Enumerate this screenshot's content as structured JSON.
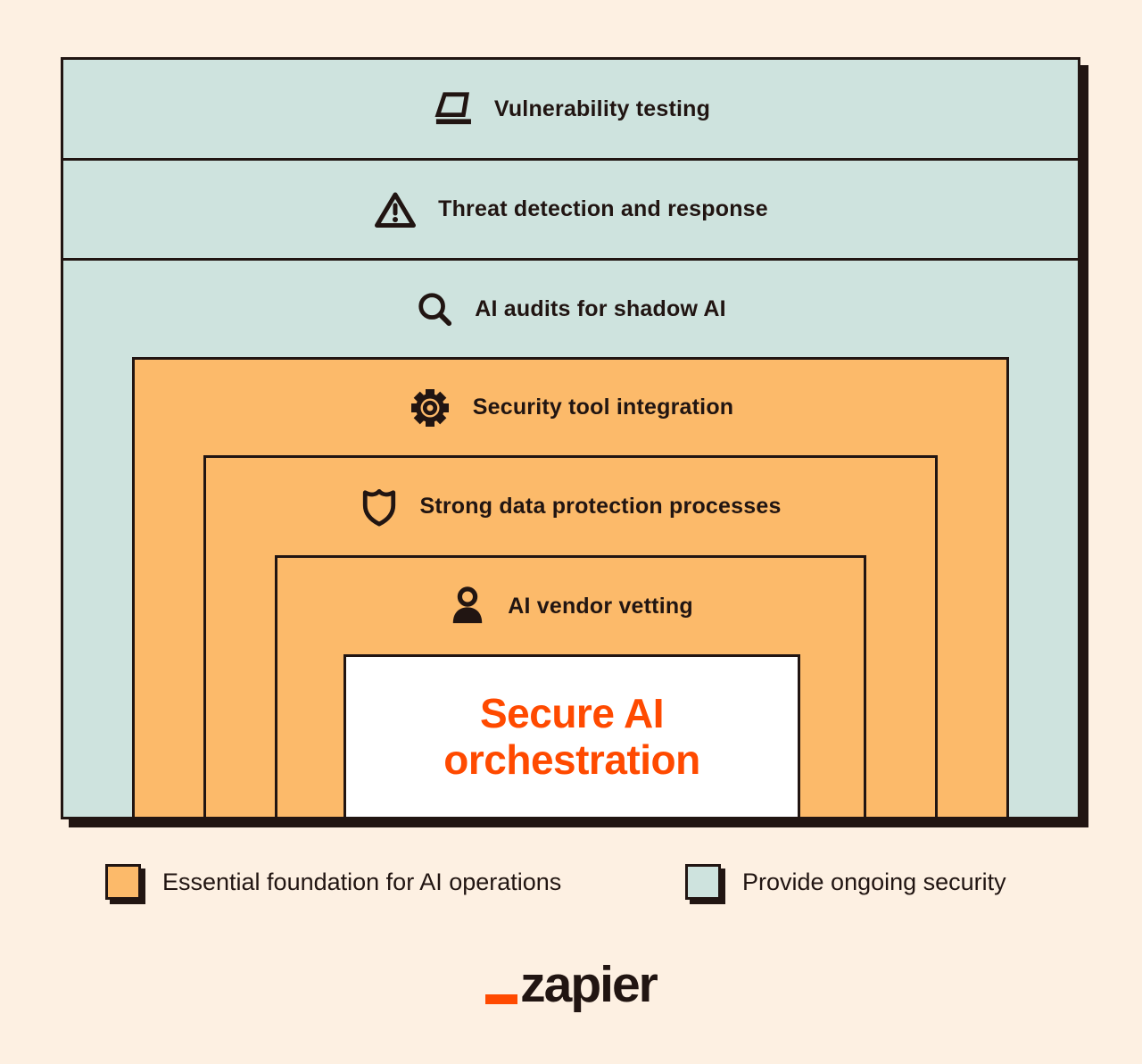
{
  "colors": {
    "background": "#fdf0e2",
    "ongoing_security_zone": "#cee3de",
    "foundation_zone": "#fcba6a",
    "outline_dark": "#211512",
    "brand_orange": "#ff4a00",
    "center_box": "#ffffff"
  },
  "layers": [
    {
      "label": "Vulnerability testing",
      "icon": "laptop-icon",
      "zone": "ongoing-security"
    },
    {
      "label": "Threat detection and response",
      "icon": "warning-icon",
      "zone": "ongoing-security"
    },
    {
      "label": "AI audits for shadow AI",
      "icon": "search-icon",
      "zone": "ongoing-security"
    },
    {
      "label": "Security tool integration",
      "icon": "gear-icon",
      "zone": "foundation"
    },
    {
      "label": "Strong data protection processes",
      "icon": "shield-icon",
      "zone": "foundation"
    },
    {
      "label": "AI vendor vetting",
      "icon": "person-icon",
      "zone": "foundation"
    }
  ],
  "center": {
    "title": "Secure AI orchestration"
  },
  "legend": {
    "items": [
      {
        "label": "Essential foundation for AI operations",
        "swatch_color": "#fcba6a"
      },
      {
        "label": "Provide ongoing security",
        "swatch_color": "#cee3de"
      }
    ]
  },
  "logo": {
    "text": "zapier"
  }
}
